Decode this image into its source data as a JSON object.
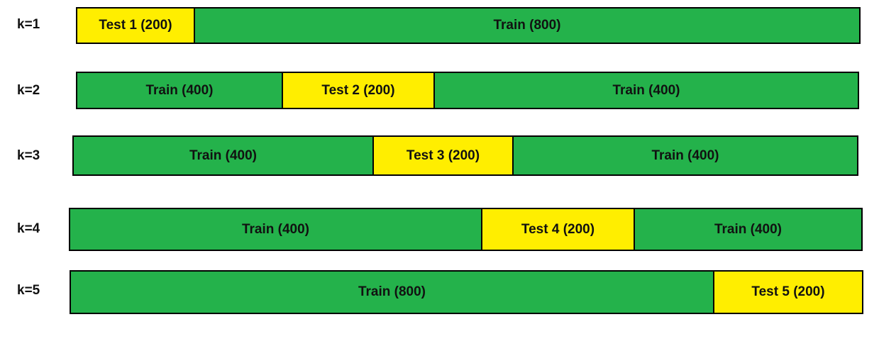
{
  "colors": {
    "train": "#24b24b",
    "test": "#ffee00",
    "border": "#000000"
  },
  "folds": [
    {
      "k_label": "k=1",
      "segments": [
        {
          "kind": "test",
          "label": "Test 1 (200)"
        },
        {
          "kind": "train",
          "label": "Train (800)"
        }
      ]
    },
    {
      "k_label": "k=2",
      "segments": [
        {
          "kind": "train",
          "label": "Train (400)"
        },
        {
          "kind": "test",
          "label": "Test 2 (200)"
        },
        {
          "kind": "train",
          "label": "Train (400)"
        }
      ]
    },
    {
      "k_label": "k=3",
      "segments": [
        {
          "kind": "train",
          "label": "Train (400)"
        },
        {
          "kind": "test",
          "label": "Test 3 (200)"
        },
        {
          "kind": "train",
          "label": "Train (400)"
        }
      ]
    },
    {
      "k_label": "k=4",
      "segments": [
        {
          "kind": "train",
          "label": "Train (400)"
        },
        {
          "kind": "test",
          "label": "Test 4 (200)"
        },
        {
          "kind": "train",
          "label": "Train (400)"
        }
      ]
    },
    {
      "k_label": "k=5",
      "segments": [
        {
          "kind": "train",
          "label": "Train (800)"
        },
        {
          "kind": "test",
          "label": "Test 5 (200)"
        }
      ]
    }
  ]
}
